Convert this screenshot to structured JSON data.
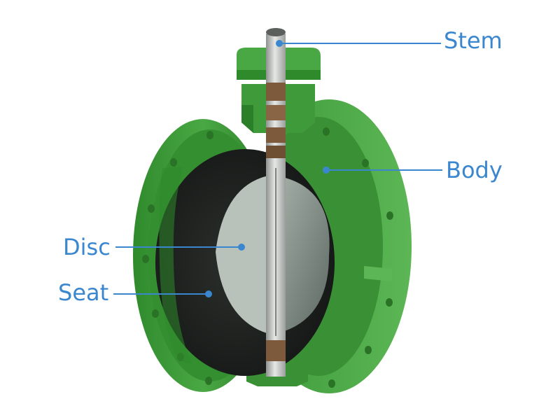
{
  "diagram": {
    "callouts": [
      {
        "id": "stem",
        "label": "Stem"
      },
      {
        "id": "body",
        "label": "Body"
      },
      {
        "id": "disc",
        "label": "Disc"
      },
      {
        "id": "seat",
        "label": "Seat"
      }
    ]
  },
  "colors": {
    "callout": "#3b87cf",
    "body_green": "#3f9a3a",
    "body_green_dark": "#2a7a28",
    "body_green_light": "#56b24e",
    "seat_black": "#1c1f1d",
    "disc_grey": "#8f9a93",
    "stem_silver": "#c9ccca",
    "bushing_brown": "#7d5a3c"
  }
}
